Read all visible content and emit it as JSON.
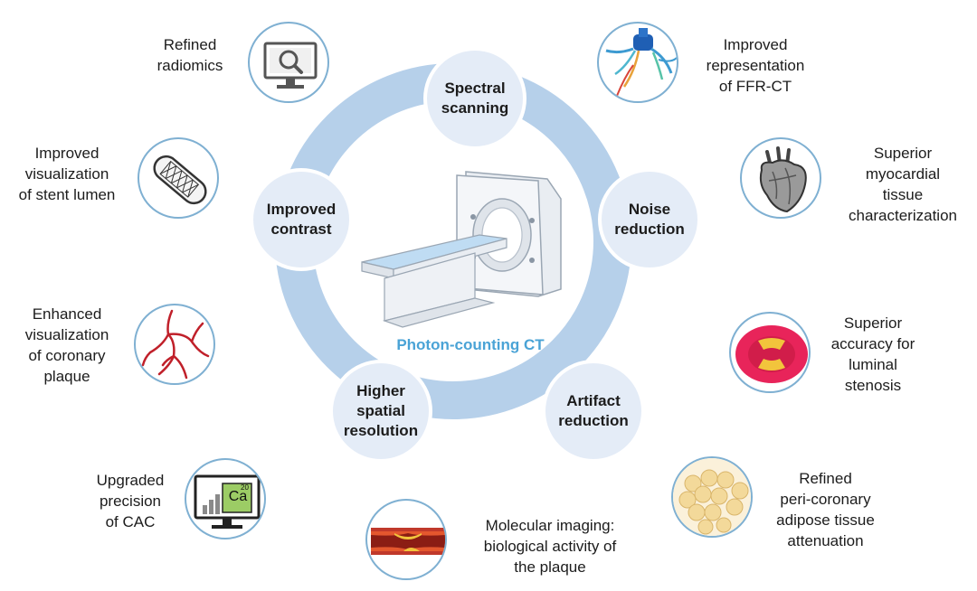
{
  "center_label": "Photon-counting CT",
  "ring_nodes": [
    {
      "label": "Spectral\nscanning"
    },
    {
      "label": "Noise\nreduction"
    },
    {
      "label": "Artifact\nreduction"
    },
    {
      "label": "Higher\nspatial\nresolution"
    },
    {
      "label": "Improved\ncontrast"
    }
  ],
  "benefits": [
    {
      "label": "Refined\nradiomics",
      "icon": "monitor-magnifier-icon"
    },
    {
      "label": "Improved\nrepresentation\nof FFR-CT",
      "icon": "coronary-tree-icon"
    },
    {
      "label": "Improved\nvisualization\nof stent lumen",
      "icon": "stent-icon"
    },
    {
      "label": "Superior\nmyocardial\ntissue\ncharacterization",
      "icon": "heart-icon"
    },
    {
      "label": "Enhanced\nvisualization\nof coronary\nplaque",
      "icon": "coronary-artery-icon"
    },
    {
      "label": "Superior\naccuracy for\nluminal\nstenosis",
      "icon": "vessel-cross-section-icon"
    },
    {
      "label": "Upgraded\nprecision\nof CAC",
      "icon": "calcium-monitor-icon"
    },
    {
      "label": "Molecular imaging:\nbiological activity of\nthe plaque",
      "icon": "plaque-vessel-icon"
    },
    {
      "label": "Refined\nperi-coronary\nadipose tissue\nattenuation",
      "icon": "adipose-cells-icon"
    }
  ],
  "calcium_monitor": {
    "element": "Ca",
    "number": "20"
  },
  "colors": {
    "ring": "#b6d0ea",
    "node_fill": "#e4ecf7",
    "icon_border": "#7fb0d2",
    "center_label": "#4aa3d6",
    "text": "#1c1c1c",
    "vessel_red": "#c0202a",
    "stenosis_pink": "#e8245a",
    "plaque_yellow": "#f2c43c",
    "fat_yellow": "#f3d99a",
    "calcium_green": "#9ccc65"
  }
}
